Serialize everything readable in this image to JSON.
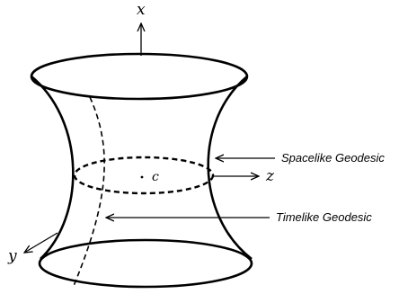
{
  "diagram": {
    "axes": {
      "x_label": "x",
      "y_label": "y",
      "z_label": "z"
    },
    "center_label": "c",
    "callouts": {
      "spacelike": "Spacelike Geodesic",
      "timelike": "Timelike Geodesic"
    },
    "line_color": "#000000"
  }
}
